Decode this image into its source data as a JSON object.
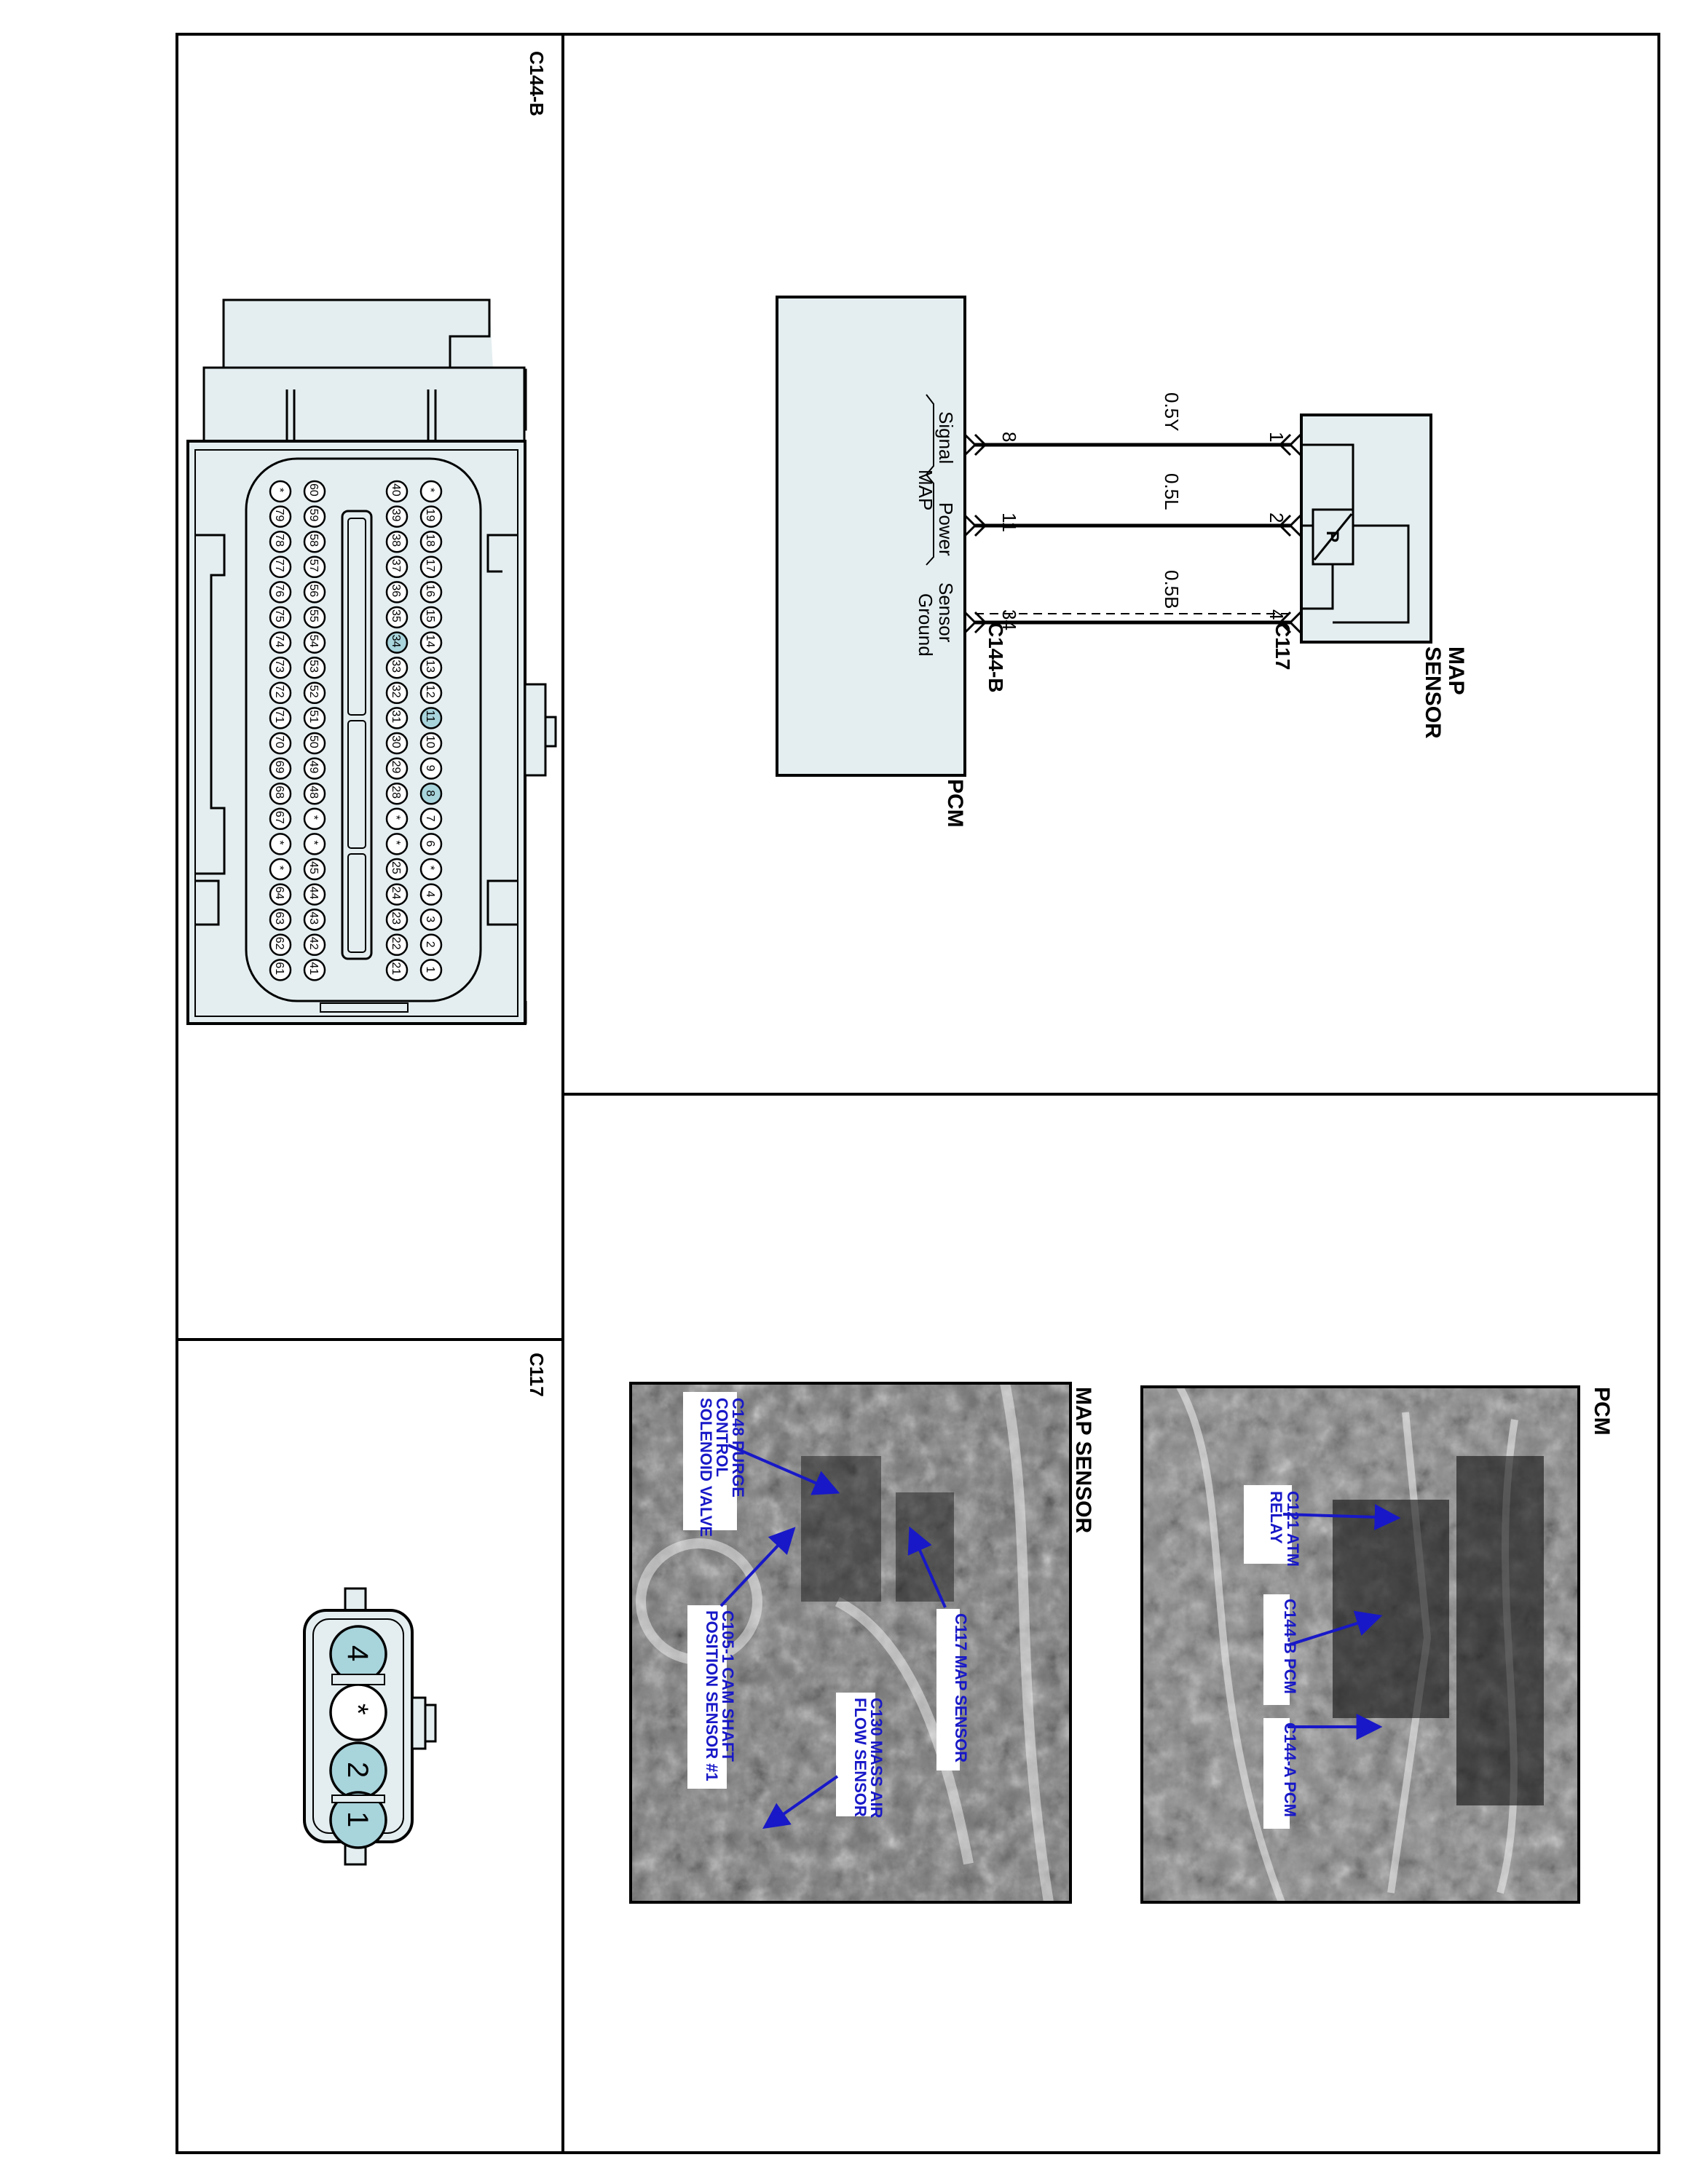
{
  "connector_views": {
    "c144b": {
      "title": "C144-B",
      "highlighted_pins": [
        "8",
        "11",
        "34"
      ],
      "rows": [
        [
          "*",
          "19",
          "18",
          "17",
          "16",
          "15",
          "14",
          "13",
          "12",
          "11",
          "10",
          "9",
          "8",
          "7",
          "6",
          "*",
          "4",
          "3",
          "2",
          "1"
        ],
        [
          "40",
          "39",
          "38",
          "37",
          "36",
          "35",
          "34",
          "33",
          "32",
          "31",
          "30",
          "29",
          "28",
          "*",
          "*",
          "25",
          "24",
          "23",
          "22",
          "21"
        ],
        [
          "60",
          "59",
          "58",
          "57",
          "56",
          "55",
          "54",
          "53",
          "52",
          "51",
          "50",
          "49",
          "48",
          "*",
          "*",
          "45",
          "44",
          "43",
          "42",
          "41"
        ],
        [
          "*",
          "79",
          "78",
          "77",
          "76",
          "75",
          "74",
          "73",
          "72",
          "71",
          "70",
          "69",
          "68",
          "67",
          "*",
          "*",
          "64",
          "63",
          "62",
          "61"
        ]
      ]
    },
    "c117": {
      "title": "C117",
      "pins": [
        "4",
        "*",
        "2",
        "1"
      ]
    }
  },
  "schematic": {
    "map_sensor_label": [
      "MAP",
      "SENSOR"
    ],
    "sensor_symbol": "P",
    "sensor_connector": "C117",
    "pcm_connector": "C144-B",
    "pcm_label": "PCM",
    "wires": [
      {
        "sensor_pin": "1",
        "pcm_pin": "8",
        "color": "0.5Y",
        "function": "Signal",
        "style": "solid"
      },
      {
        "sensor_pin": "2",
        "pcm_pin": "11",
        "color": "0.5L",
        "function": "Power",
        "style": "solid"
      },
      {
        "sensor_pin": "4",
        "pcm_pin": "34",
        "color": "0.5B",
        "function": "Sensor Ground",
        "style": "shielded"
      }
    ],
    "group_label": "MAP"
  },
  "photos": {
    "pcm": {
      "title": "PCM",
      "callouts": [
        {
          "lines": [
            "C121 ATM",
            "RELAY"
          ]
        },
        {
          "lines": [
            "C144-B PCM"
          ]
        },
        {
          "lines": [
            "C144-A PCM"
          ]
        }
      ]
    },
    "map_sensor": {
      "title": "MAP SENSOR",
      "callouts": [
        {
          "lines": [
            "C148 PURGE",
            "CONTROL",
            "SOLENOID VALVE"
          ]
        },
        {
          "lines": [
            "C105-1 CAM SHAFT",
            "POSITION SENSOR #1"
          ]
        },
        {
          "lines": [
            "C117 MAP SENSOR"
          ]
        },
        {
          "lines": [
            "C130 MASS AIR",
            "FLOW SENSOR"
          ]
        }
      ]
    }
  },
  "colors": {
    "pin_highlight": "#a8d4dc",
    "connector_fill": "#e4eef0",
    "callout_text": "#1818c8"
  }
}
